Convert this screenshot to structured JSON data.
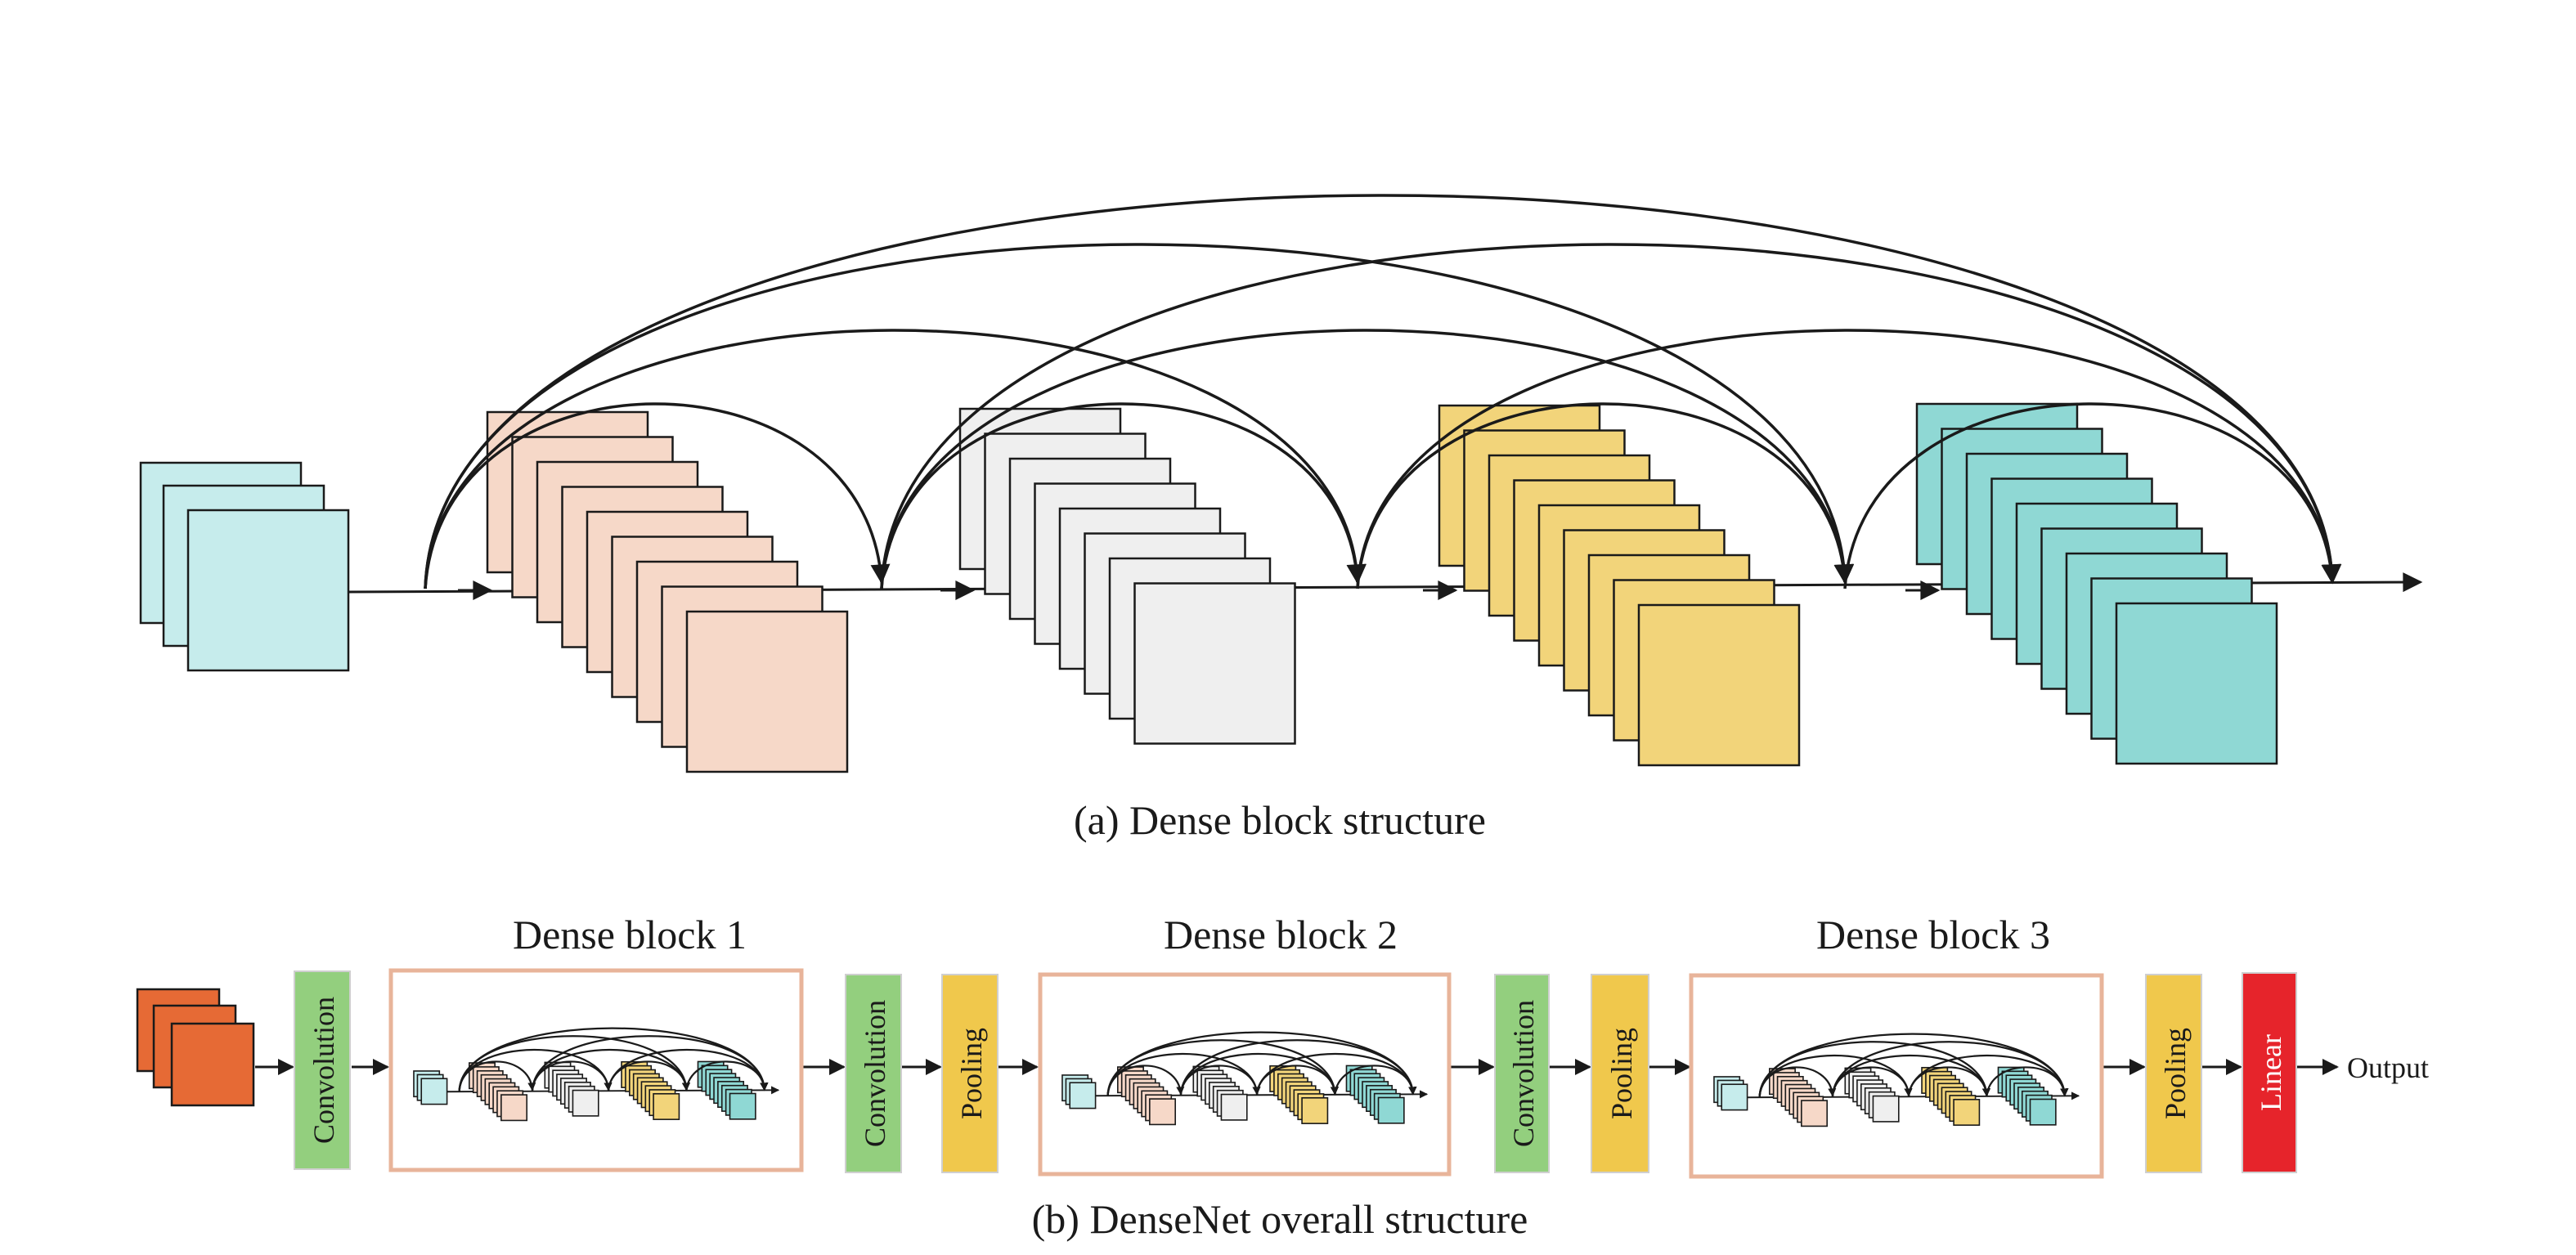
{
  "captions": {
    "dense_block": "(a) Dense block structure",
    "overall": "(b) DenseNet overall structure"
  },
  "overall": {
    "blocks": [
      {
        "title": "Dense block 1"
      },
      {
        "title": "Dense block 2"
      },
      {
        "title": "Dense block 3"
      }
    ],
    "layers": {
      "conv1": "Convolution",
      "conv2": "Convolution",
      "pool2": "Pooling",
      "conv3": "Convolution",
      "pool3": "Pooling",
      "pool4": "Pooling",
      "linear": "Linear"
    },
    "output_label": "Output"
  },
  "colors": {
    "input_stack": "#c6ecec",
    "block1": "#f6d8c8",
    "block2": "#efefef",
    "block3": "#f2d47a",
    "block4": "#8fd8d4",
    "input_orange": "#e66a35",
    "convolution": "#93cf7e",
    "pooling": "#f0c84c",
    "linear": "#e6242b",
    "block_frame": "#e8b49a"
  }
}
